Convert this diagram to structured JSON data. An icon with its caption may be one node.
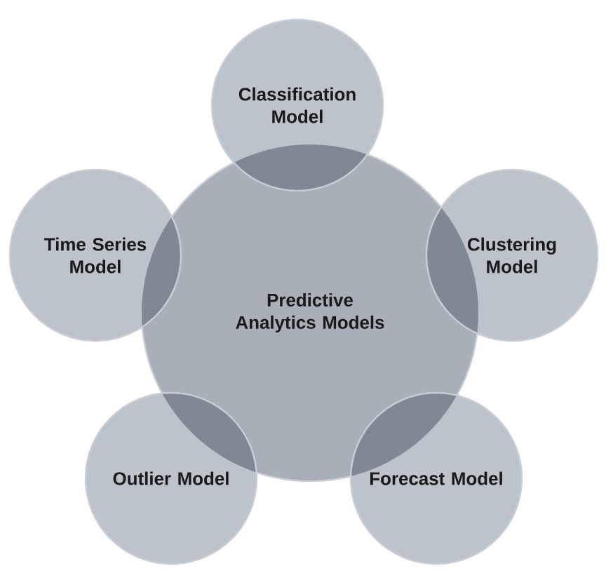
{
  "diagram": {
    "nodes": [
      {
        "text": [
          "Predictive Analytics Models"
        ]
      },
      {
        "text": [
          "Classification Model"
        ]
      },
      {
        "text": [
          "Time Series Model"
        ]
      },
      {
        "text": [
          "Clustering Model"
        ]
      },
      {
        "text": [
          "Outlier Model"
        ]
      },
      {
        "text": [
          "Forecast Model"
        ]
      }
    ]
  }
}
